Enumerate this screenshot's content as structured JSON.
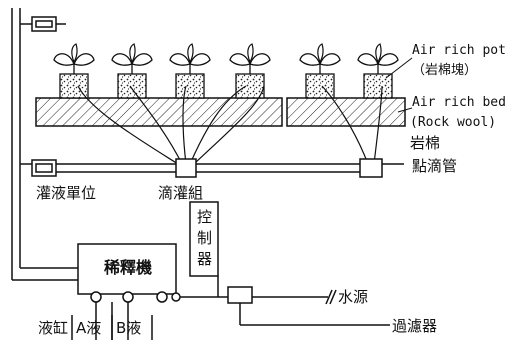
{
  "labels": {
    "air_rich_pot": "Air rich pot",
    "rock_wool_block": "（岩棉塊）",
    "air_rich_bed": "Air rich bed",
    "rock_wool_en": "(Rock wool)",
    "rock_wool_zh": "岩棉",
    "drip_pipe": "點滴管",
    "irrigation_unit": "灌液單位",
    "drip_group": "滴灌組",
    "controller": [
      "控",
      "制",
      "器"
    ],
    "dilution_machine": "稀釋機",
    "water_source": "水源",
    "filter": "過濾器",
    "tank": "液缸",
    "tank_a": "A液",
    "tank_b": "B液"
  }
}
